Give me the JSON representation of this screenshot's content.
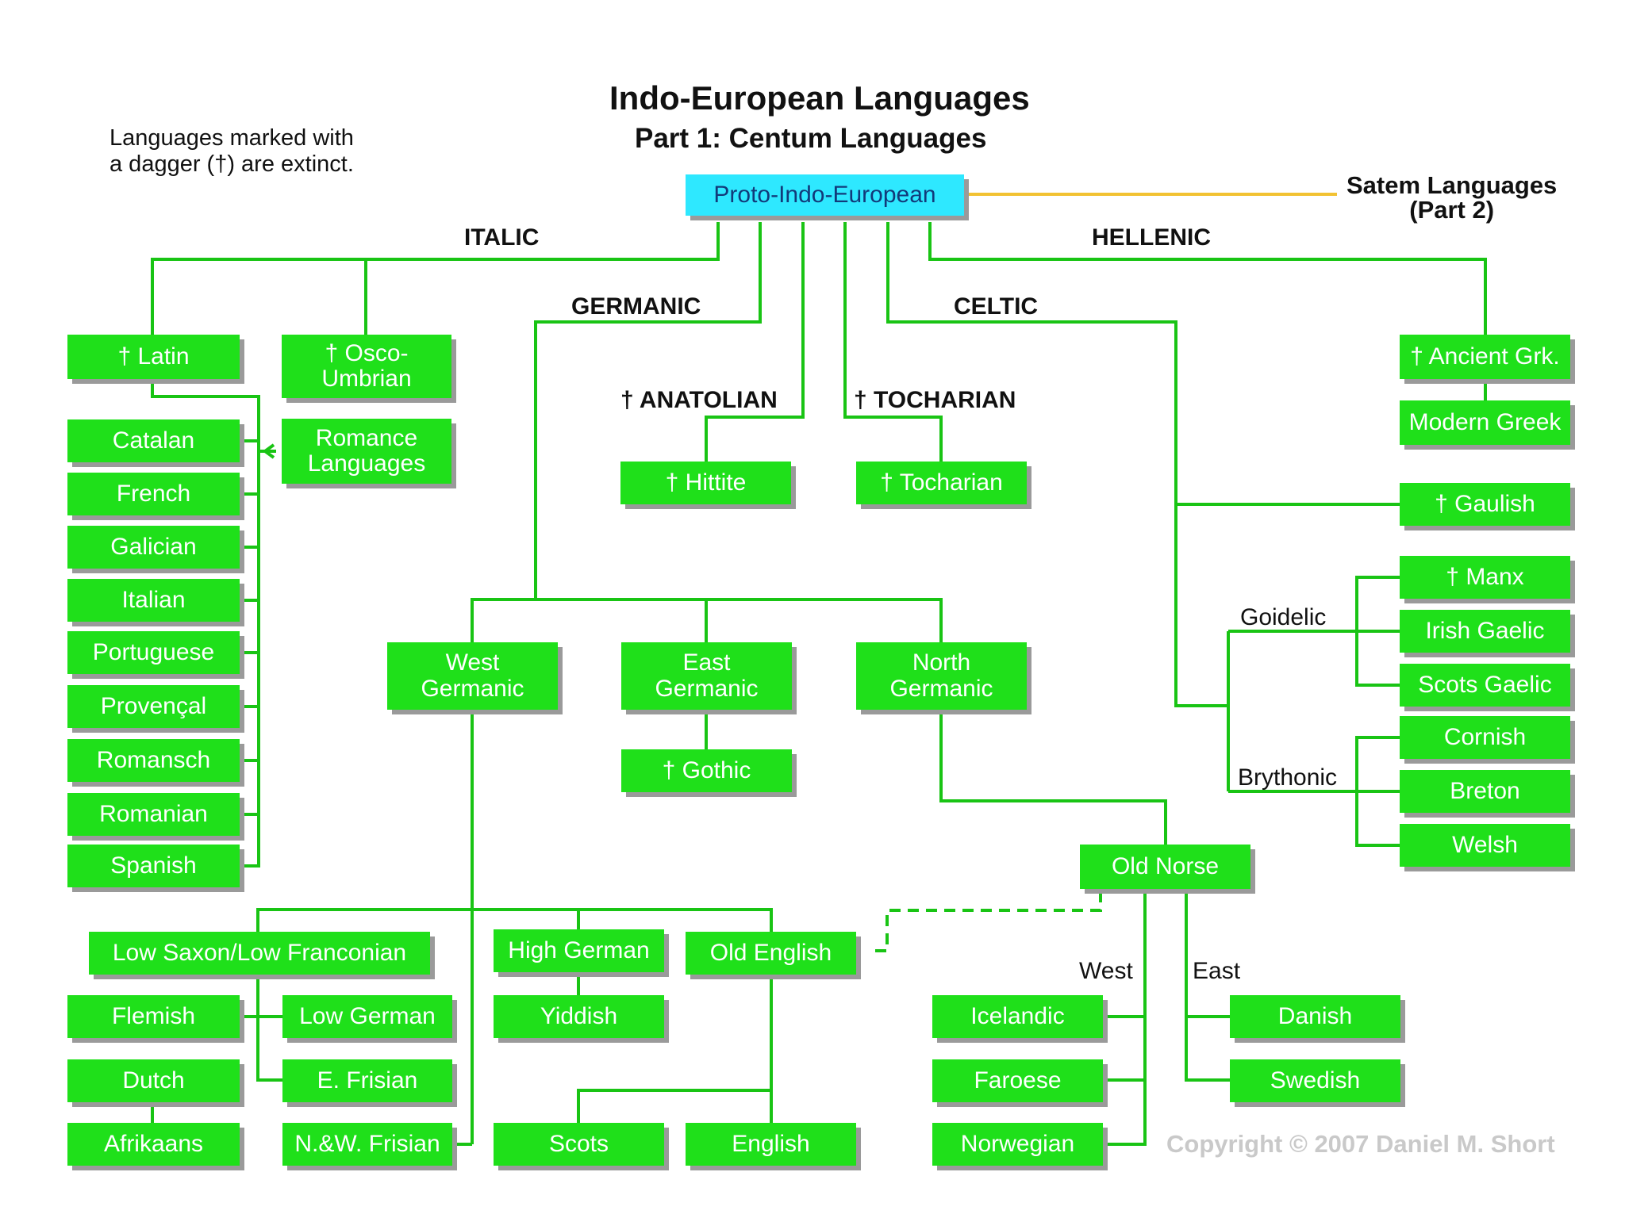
{
  "title": "Indo-European Languages",
  "subtitle": "Part 1: Centum Languages",
  "note": "Languages marked with\na dagger (†) are extinct.",
  "satem": "Satem Languages\n(Part 2)",
  "copyright": "Copyright © 2007 Daniel M. Short",
  "colors": {
    "node": "#1fe01a",
    "root": "#2ee8ff",
    "satem_line": "#f2c233",
    "line": "#19c414"
  },
  "branches": {
    "italic": "ITALIC",
    "germanic": "GERMANIC",
    "anatolian": "† ANATOLIAN",
    "tocharian": "† TOCHARIAN",
    "celtic": "CELTIC",
    "hellenic": "HELLENIC",
    "goidelic": "Goidelic",
    "brythonic": "Brythonic",
    "west": "West",
    "east": "East"
  },
  "nodes": {
    "pie": "Proto-Indo-European",
    "latin": "† Latin",
    "osco": "† Osco-\nUmbrian",
    "romance": "Romance\nLanguages",
    "catalan": "Catalan",
    "french": "French",
    "galician": "Galician",
    "italian": "Italian",
    "portuguese": "Portuguese",
    "provencal": "Provençal",
    "romansch": "Romansch",
    "romanian": "Romanian",
    "spanish": "Spanish",
    "hittite": "† Hittite",
    "tocharian": "† Tocharian",
    "westgermanic": "West\nGermanic",
    "eastgermanic": "East\nGermanic",
    "northgermanic": "North\nGermanic",
    "gothic": "† Gothic",
    "ancientgreek": "† Ancient Grk.",
    "moderngreek": "Modern Greek",
    "gaulish": "† Gaulish",
    "manx": "† Manx",
    "irish": "Irish Gaelic",
    "scotsgaelic": "Scots Gaelic",
    "cornish": "Cornish",
    "breton": "Breton",
    "welsh": "Welsh",
    "oldnorse": "Old Norse",
    "lowsaxon": "Low Saxon/Low Franconian",
    "highgerman": "High German",
    "oldenglish": "Old English",
    "flemish": "Flemish",
    "lowgerman": "Low German",
    "dutch": "Dutch",
    "efrisian": "E. Frisian",
    "afrikaans": "Afrikaans",
    "nwfrisian": "N.&W. Frisian",
    "yiddish": "Yiddish",
    "scots": "Scots",
    "english": "English",
    "icelandic": "Icelandic",
    "faroese": "Faroese",
    "norwegian": "Norwegian",
    "danish": "Danish",
    "swedish": "Swedish"
  }
}
